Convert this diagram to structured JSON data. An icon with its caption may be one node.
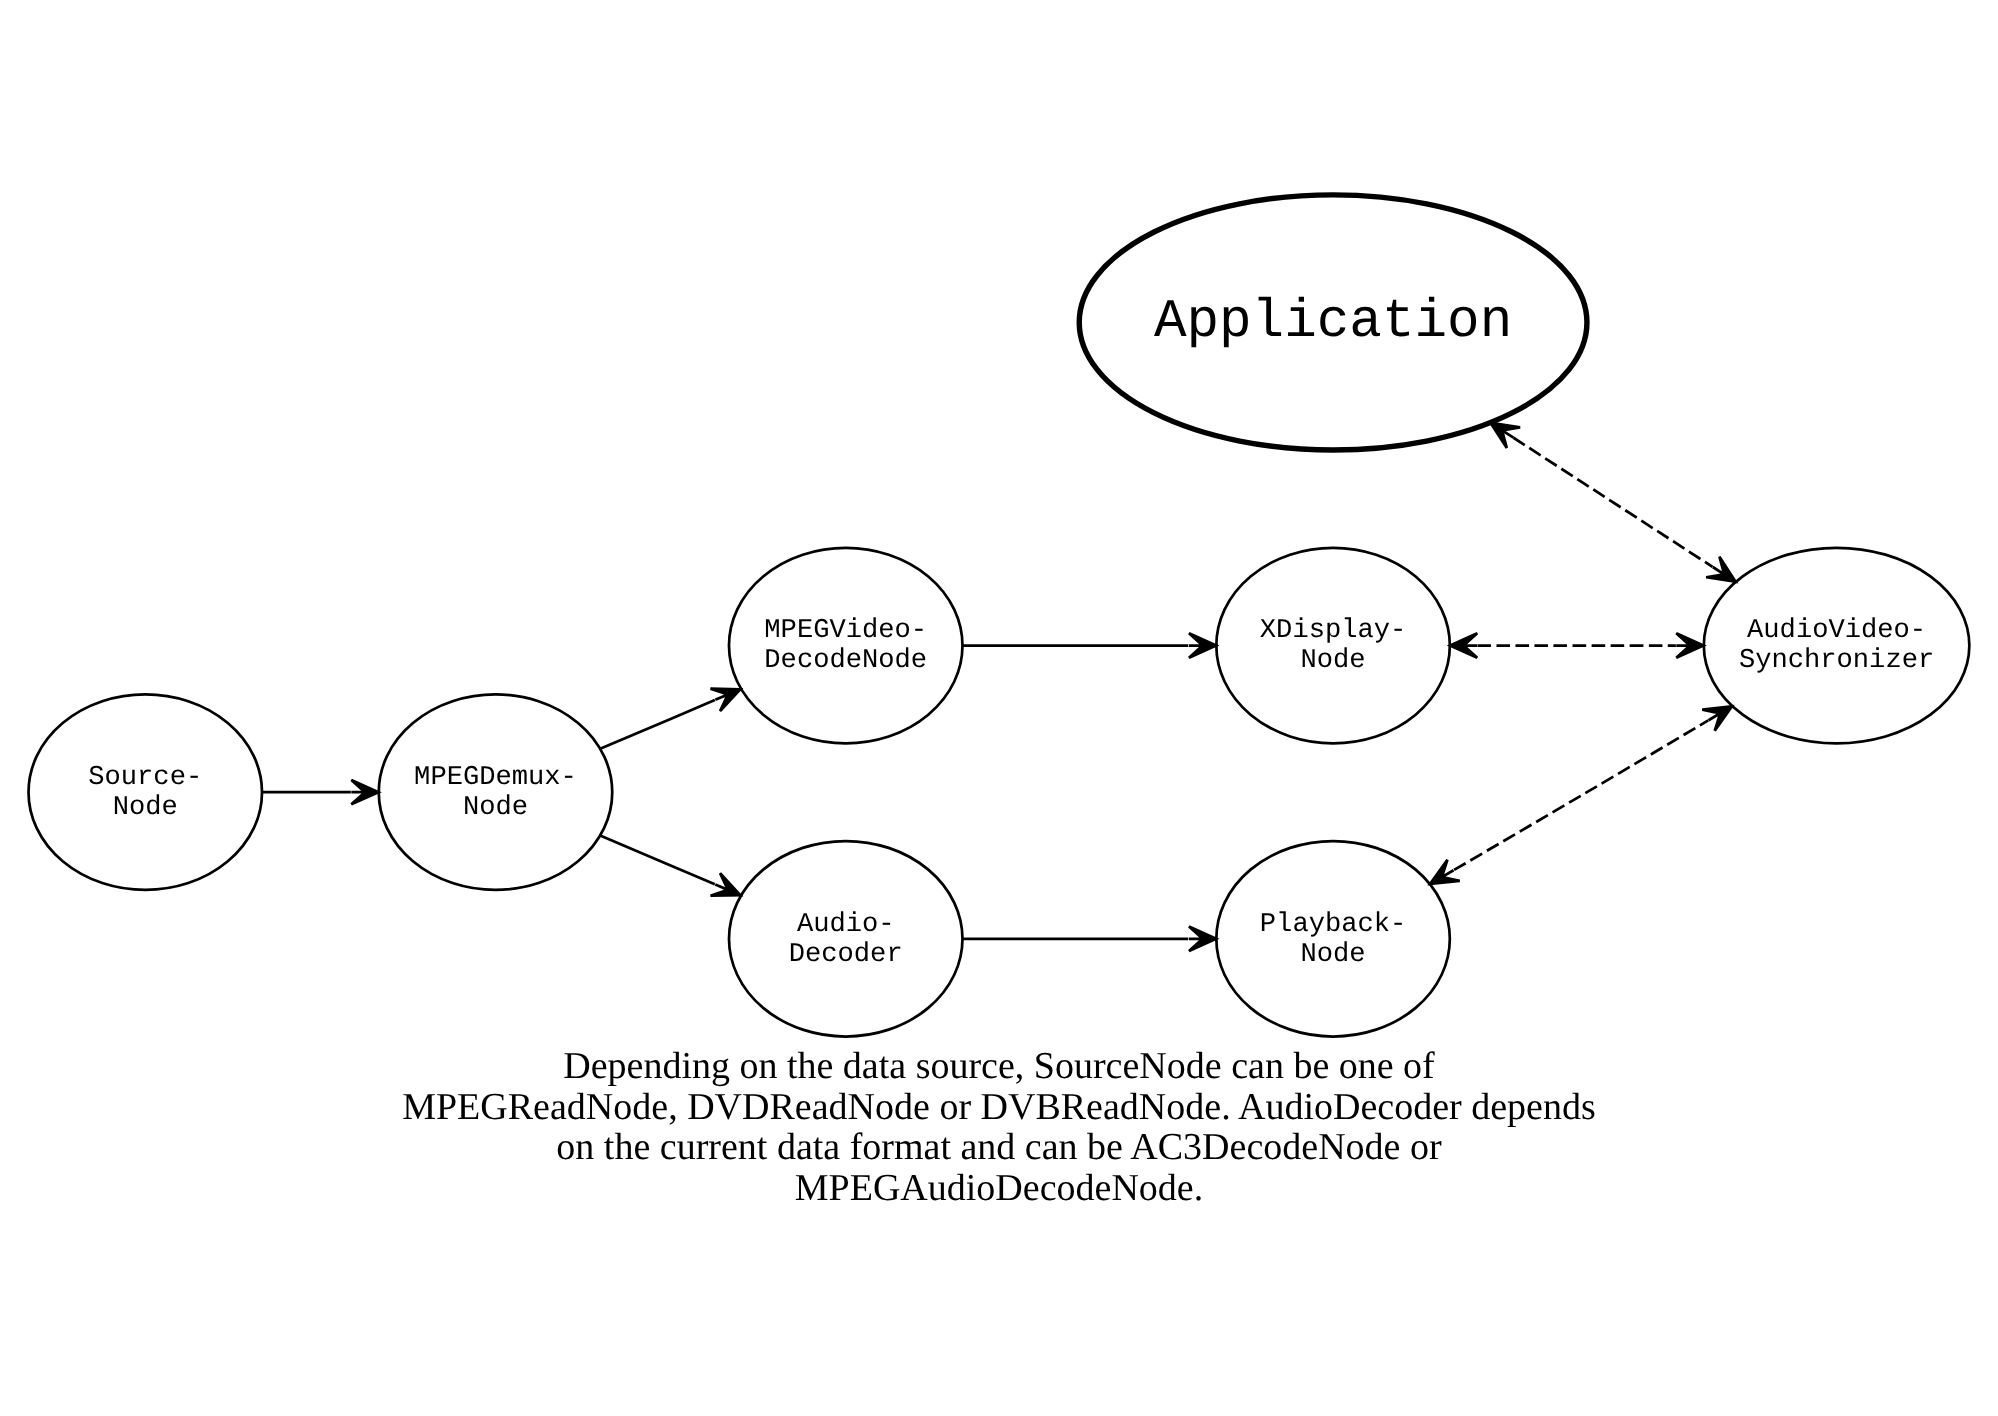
{
  "diagram": {
    "caption": "Depending on the data source, SourceNode can be one of MPEGReadNode, DVDReadNode or DVBReadNode. AudioDecoder depends on the current data format and can be AC3DecodeNode or MPEGAudioDecodeNode.",
    "nodes": [
      {
        "text": [
          "Application"
        ]
      },
      {
        "text": [
          "Source- Node"
        ]
      },
      {
        "text": [
          "MPEGDemux- Node"
        ]
      },
      {
        "text": [
          "MPEGVideo- DecodeNode"
        ]
      },
      {
        "text": [
          "XDisplay- Node"
        ]
      },
      {
        "text": [
          "Audio- Decoder"
        ]
      },
      {
        "text": [
          "Playback- Node"
        ]
      },
      {
        "text": [
          "AudioVideo- Synchronizer"
        ]
      }
    ],
    "edges": [
      {
        "from": 1,
        "to": 2,
        "arrow": "to"
      },
      {
        "from": 2,
        "to": 3,
        "arrow": "to"
      },
      {
        "from": 2,
        "to": 5,
        "arrow": "to"
      },
      {
        "from": 3,
        "to": 4,
        "arrow": "to"
      },
      {
        "from": 5,
        "to": 6,
        "arrow": "to"
      },
      {
        "from": 0,
        "to": 7,
        "arrow": "both",
        "style": "dashed"
      },
      {
        "from": 4,
        "to": 7,
        "arrow": "both",
        "style": "dashed"
      },
      {
        "from": 6,
        "to": 7,
        "arrow": "both",
        "style": "dashed"
      }
    ]
  }
}
